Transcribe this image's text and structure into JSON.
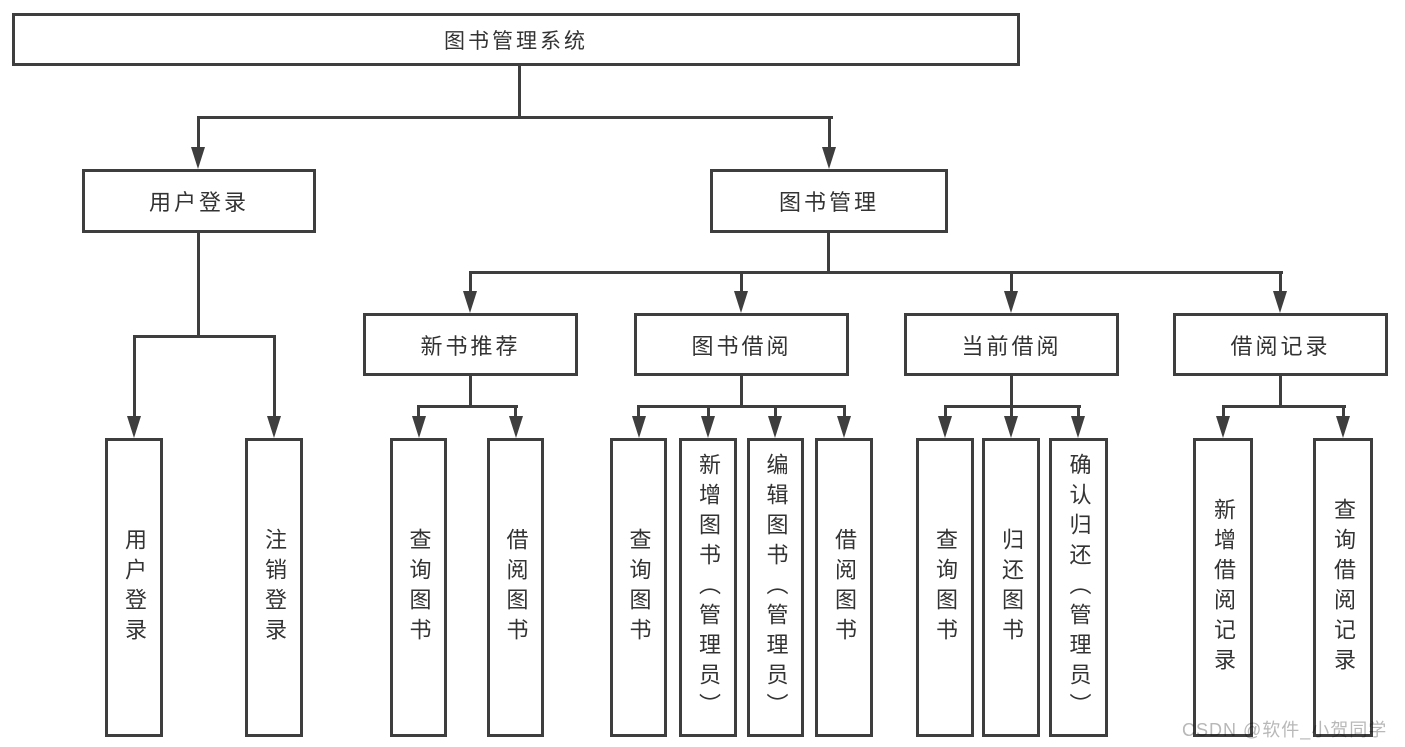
{
  "diagram": {
    "root": {
      "label": "图书管理系统"
    },
    "level1": [
      {
        "label": "用户登录"
      },
      {
        "label": "图书管理"
      }
    ],
    "level2": [
      {
        "label": "新书推荐"
      },
      {
        "label": "图书借阅"
      },
      {
        "label": "当前借阅"
      },
      {
        "label": "借阅记录"
      }
    ],
    "level3": {
      "user_login": [
        "用户登录",
        "注销登录"
      ],
      "new_book_recommend": [
        "查询图书",
        "借阅图书"
      ],
      "book_borrow": [
        "查询图书",
        "新增图书（管理员）",
        "编辑图书（管理员）",
        "借阅图书"
      ],
      "current_borrow": [
        "查询图书",
        "归还图书",
        "确认归还（管理员）"
      ],
      "borrow_record": [
        "新增借阅记录",
        "查询借阅记录"
      ]
    }
  },
  "watermark": {
    "text": "CSDN @软件_小贺同学",
    "color": "#b8b8b8"
  },
  "colors": {
    "line": "#3e3e3e",
    "text": "#333333",
    "background": "#ffffff"
  }
}
